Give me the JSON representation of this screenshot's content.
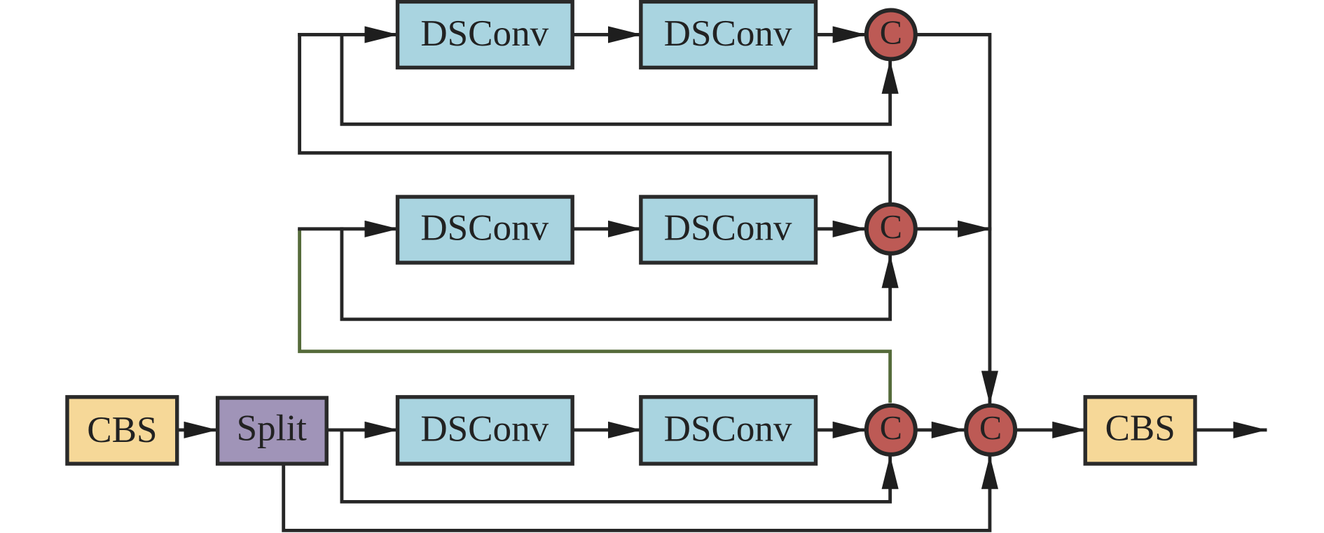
{
  "diagram": {
    "colors": {
      "cbs": "#f6d898",
      "split": "#a094b8",
      "dsconv": "#a9d4e0",
      "concat": "#bd5a55",
      "line": "#262626",
      "highlight_line": "#556b3a"
    },
    "nodes": {
      "cbs_in": "CBS",
      "split": "Split",
      "row1_conv1": "DSConv",
      "row1_conv2": "DSConv",
      "row1_concat": "C",
      "row2_conv1": "DSConv",
      "row2_conv2": "DSConv",
      "row2_concat": "C",
      "row3_conv1": "DSConv",
      "row3_conv2": "DSConv",
      "row3_concat": "C",
      "final_concat": "C",
      "cbs_out": "CBS"
    }
  }
}
